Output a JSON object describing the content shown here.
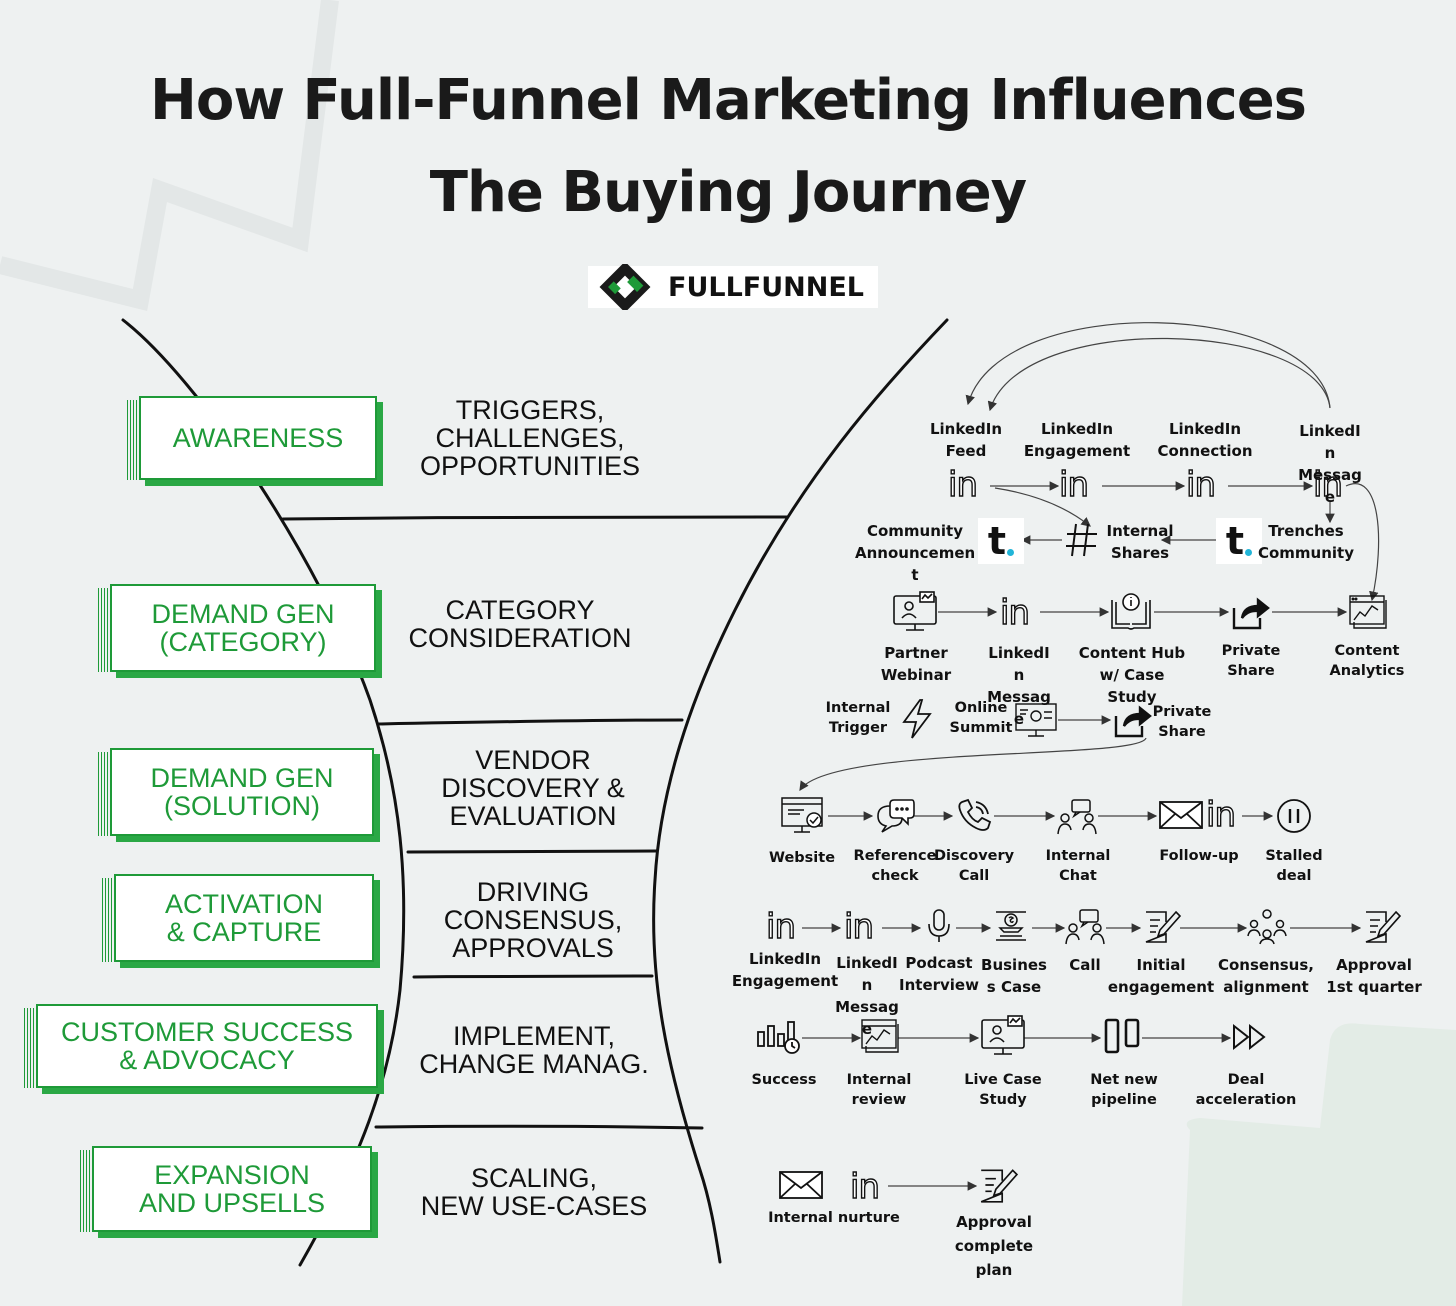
{
  "title": {
    "line1": "How Full-Funnel Marketing Influences",
    "line2": "The Buying Journey"
  },
  "logo": {
    "text": "FULLFUNNEL",
    "colors": {
      "dark": "#1a1a1a",
      "green": "#1e9a38"
    }
  },
  "colors": {
    "stage_green": "#1e9a38",
    "accent_cyan": "#22b5d8",
    "background": "#eef1f1"
  },
  "stages": [
    {
      "label": "AWARENESS",
      "description": "TRIGGERS,\nCHALLENGES,\nOPPORTUNITIES"
    },
    {
      "label": "DEMAND GEN\n(CATEGORY)",
      "description": "CATEGORY\nCONSIDERATION"
    },
    {
      "label": "DEMAND GEN\n(SOLUTION)",
      "description": "VENDOR\nDISCOVERY &\nEVALUATION"
    },
    {
      "label": "ACTIVATION\n& CAPTURE",
      "description": "DRIVING\nCONSENSUS,\nAPPROVALS"
    },
    {
      "label": "CUSTOMER SUCCESS\n& ADVOCACY",
      "description": "IMPLEMENT,\nCHANGE MANAG."
    },
    {
      "label": "EXPANSION\nAND UPSELLS",
      "description": "SCALING,\nNEW USE-CASES"
    }
  ],
  "journey": {
    "row1": [
      {
        "label": "LinkedIn\nFeed",
        "icon": "linkedin-icon"
      },
      {
        "label": "LinkedIn\nEngagement",
        "icon": "linkedin-icon"
      },
      {
        "label": "LinkedIn\nConnection",
        "icon": "linkedin-icon"
      },
      {
        "label": "LinkedI\nn\nMessag\ne",
        "icon": "linkedin-icon"
      }
    ],
    "row2": [
      {
        "label": "Community\nAnnouncemen\nt",
        "icon": "trenches-logo"
      },
      {
        "label": "Internal\nShares",
        "icon": "hashtag-icon"
      },
      {
        "label": "Trenches\nCommunity",
        "icon": "trenches-logo"
      }
    ],
    "trenches_letter": "t",
    "linkedin_glyph": "in",
    "row3": [
      {
        "label": "Partner\nWebinar",
        "icon": "webinar-icon"
      },
      {
        "label": "LinkedI\nn\nMessag\ne",
        "icon": "linkedin-icon"
      },
      {
        "label": "Content Hub\nw/ Case\nStudy",
        "icon": "content-hub-icon"
      },
      {
        "label": "Private\nShare",
        "icon": "share-icon"
      },
      {
        "label": "Content\nAnalytics",
        "icon": "analytics-icon"
      }
    ],
    "row4": [
      {
        "label": "Internal\nTrigger",
        "icon": "lightning-icon"
      },
      {
        "label": "Online\nSummit",
        "icon": "summit-icon"
      },
      {
        "label": "Private\nShare",
        "icon": "share-icon"
      }
    ],
    "row5": [
      {
        "label": "Website",
        "icon": "website-icon"
      },
      {
        "label": "Reference\ncheck",
        "icon": "chat-bubbles-icon"
      },
      {
        "label": "Discovery\nCall",
        "icon": "phone-icon"
      },
      {
        "label": "Internal\nChat",
        "icon": "people-chat-icon"
      },
      {
        "label": "Follow-up",
        "icon": "mail-linkedin-icon"
      },
      {
        "label": "Stalled\ndeal",
        "icon": "pause-icon"
      }
    ],
    "row6": [
      {
        "label": "LinkedIn\nEngagement",
        "icon": "linkedin-icon"
      },
      {
        "label": "LinkedI\nn\nMessag\ne",
        "icon": "linkedin-icon"
      },
      {
        "label": "Podcast\nInterview",
        "icon": "microphone-icon"
      },
      {
        "label": "Busines\ns Case",
        "icon": "business-case-icon"
      },
      {
        "label": "Call",
        "icon": "people-chat-icon"
      },
      {
        "label": "Initial\nengagement",
        "icon": "edit-doc-icon"
      },
      {
        "label": "Consensus,\nalignment",
        "icon": "team-icon"
      },
      {
        "label": "Approval\n1st quarter",
        "icon": "edit-doc-icon"
      }
    ],
    "row7": [
      {
        "label": "Success",
        "icon": "bar-chart-clock-icon"
      },
      {
        "label": "Internal\nreview",
        "icon": "analytics-icon"
      },
      {
        "label": "Live Case\nStudy",
        "icon": "webinar-icon"
      },
      {
        "label": "Net new\npipeline",
        "icon": "pillars-icon"
      },
      {
        "label": "Deal\nacceleration",
        "icon": "fast-forward-icon"
      }
    ],
    "row8": [
      {
        "label": "Internal nurture",
        "icon": "mail-linkedin-icon"
      },
      {
        "label": "Approval\ncomplete\nplan",
        "icon": "edit-doc-icon"
      }
    ]
  }
}
